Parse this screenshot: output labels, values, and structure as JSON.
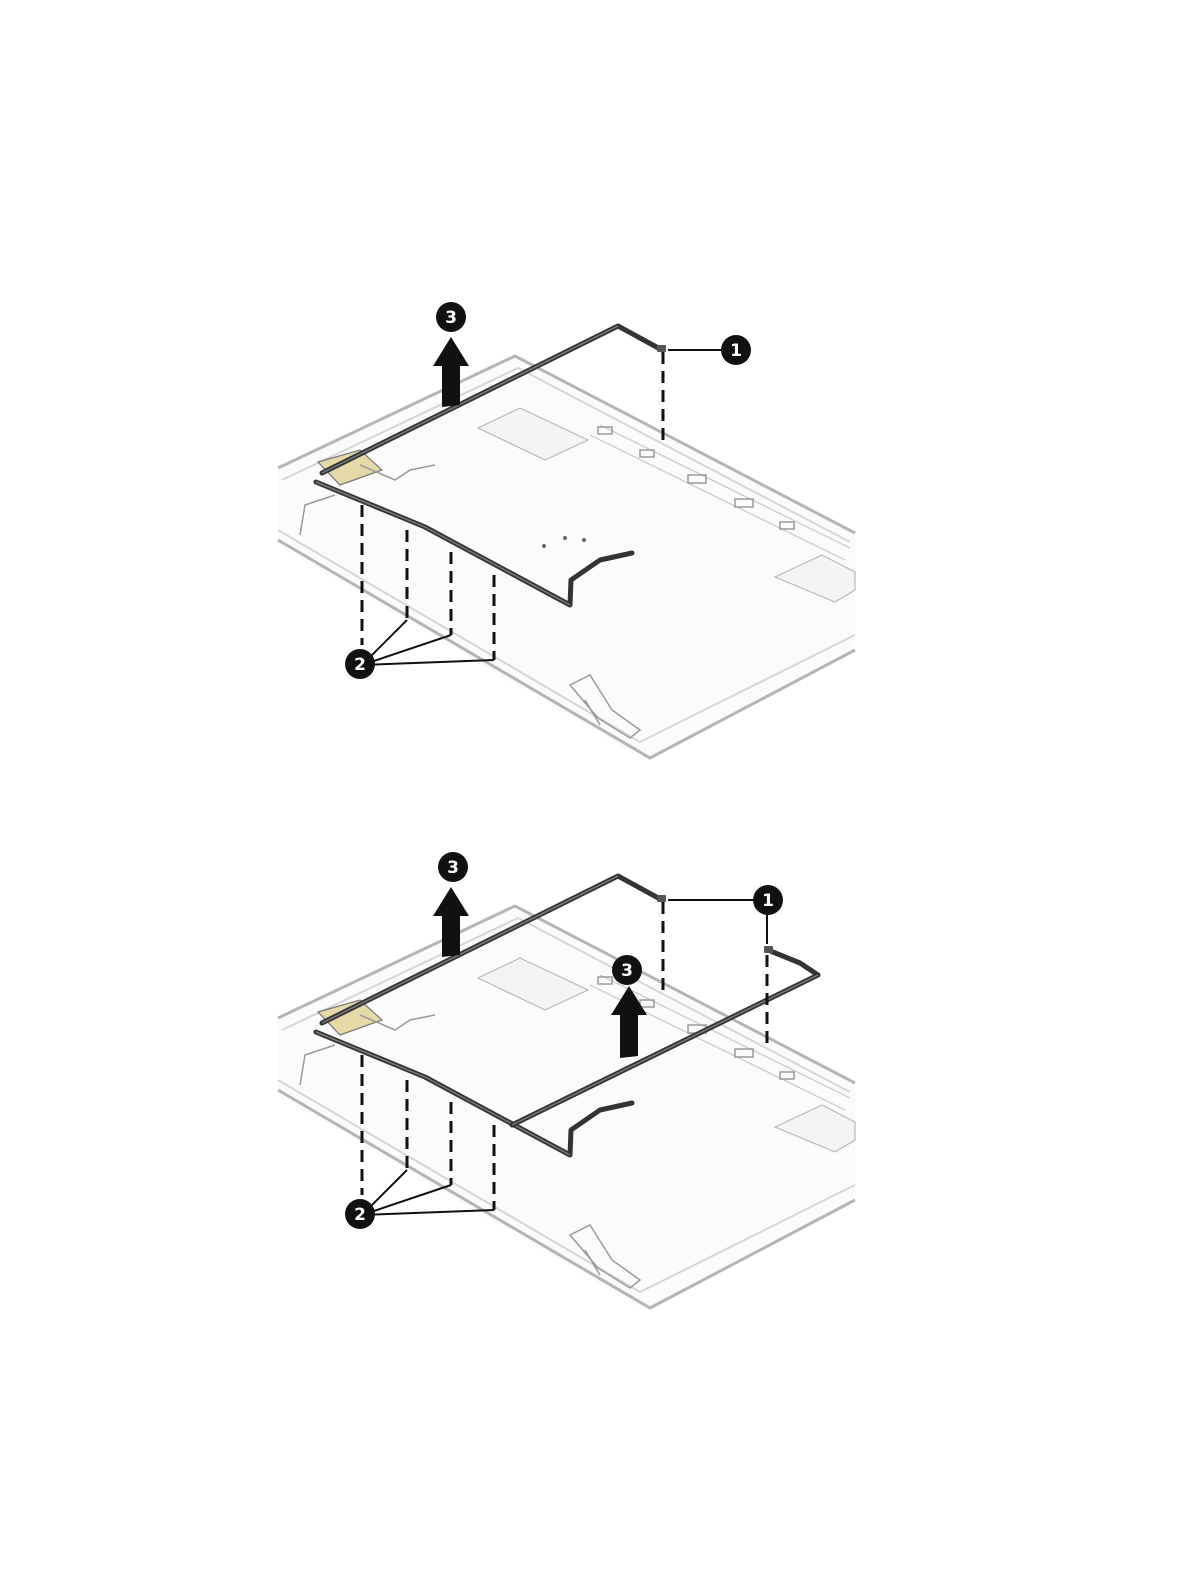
{
  "figures": [
    {
      "callouts": {
        "one": "1",
        "two": "2",
        "three": "3"
      }
    },
    {
      "callouts": {
        "one": "1",
        "two": "2",
        "three_left": "3",
        "three_right": "3"
      }
    }
  ]
}
